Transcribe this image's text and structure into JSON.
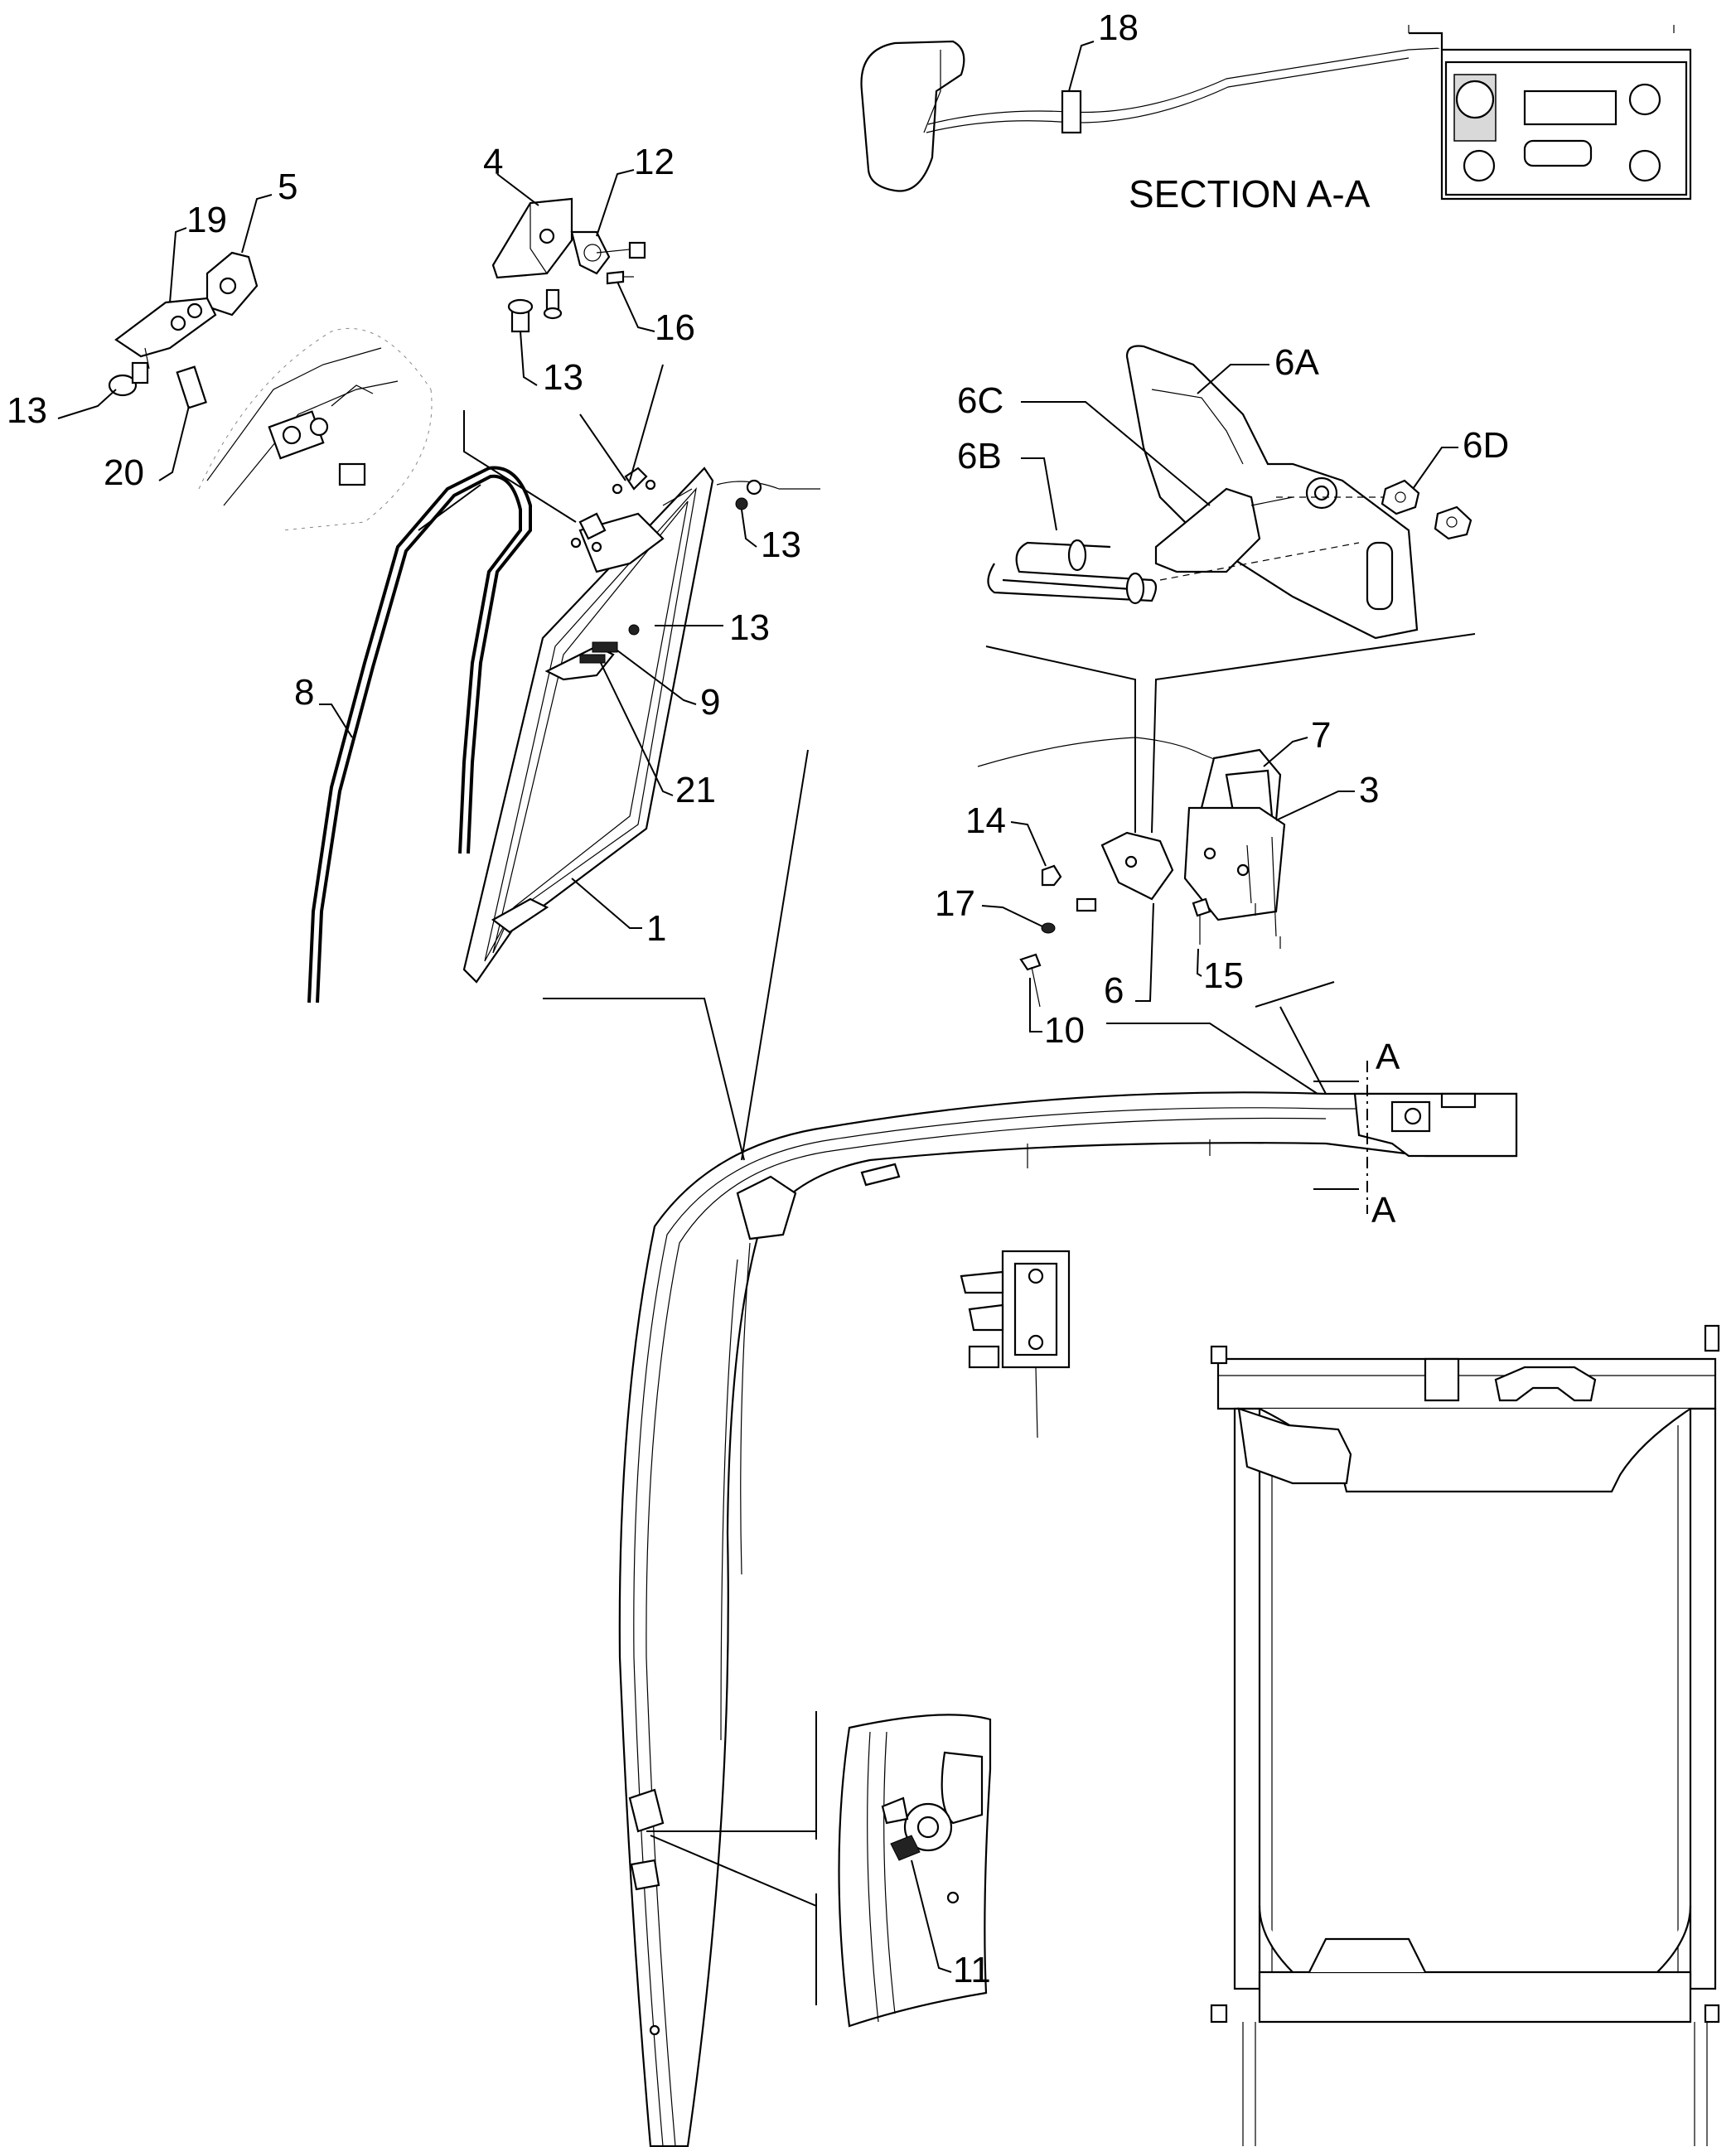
{
  "section_label": "SECTION A-A",
  "section_marker": "A",
  "callouts": [
    {
      "id": "c18",
      "text": "18"
    },
    {
      "id": "c4",
      "text": "4"
    },
    {
      "id": "c12",
      "text": "12"
    },
    {
      "id": "c5",
      "text": "5"
    },
    {
      "id": "c19",
      "text": "19"
    },
    {
      "id": "c16",
      "text": "16"
    },
    {
      "id": "c13a",
      "text": "13"
    },
    {
      "id": "c13b",
      "text": "13"
    },
    {
      "id": "c20",
      "text": "20"
    },
    {
      "id": "c13c",
      "text": "13"
    },
    {
      "id": "c13d",
      "text": "13"
    },
    {
      "id": "c9",
      "text": "9"
    },
    {
      "id": "c8",
      "text": "8"
    },
    {
      "id": "c21",
      "text": "21"
    },
    {
      "id": "c1",
      "text": "1"
    },
    {
      "id": "c6A",
      "text": "6A"
    },
    {
      "id": "c6C",
      "text": "6C"
    },
    {
      "id": "c6D",
      "text": "6D"
    },
    {
      "id": "c6B",
      "text": "6B"
    },
    {
      "id": "c7",
      "text": "7"
    },
    {
      "id": "c3",
      "text": "3"
    },
    {
      "id": "c14",
      "text": "14"
    },
    {
      "id": "c17",
      "text": "17"
    },
    {
      "id": "c15",
      "text": "15"
    },
    {
      "id": "c6",
      "text": "6"
    },
    {
      "id": "c10",
      "text": "10"
    },
    {
      "id": "c11",
      "text": "11"
    }
  ]
}
